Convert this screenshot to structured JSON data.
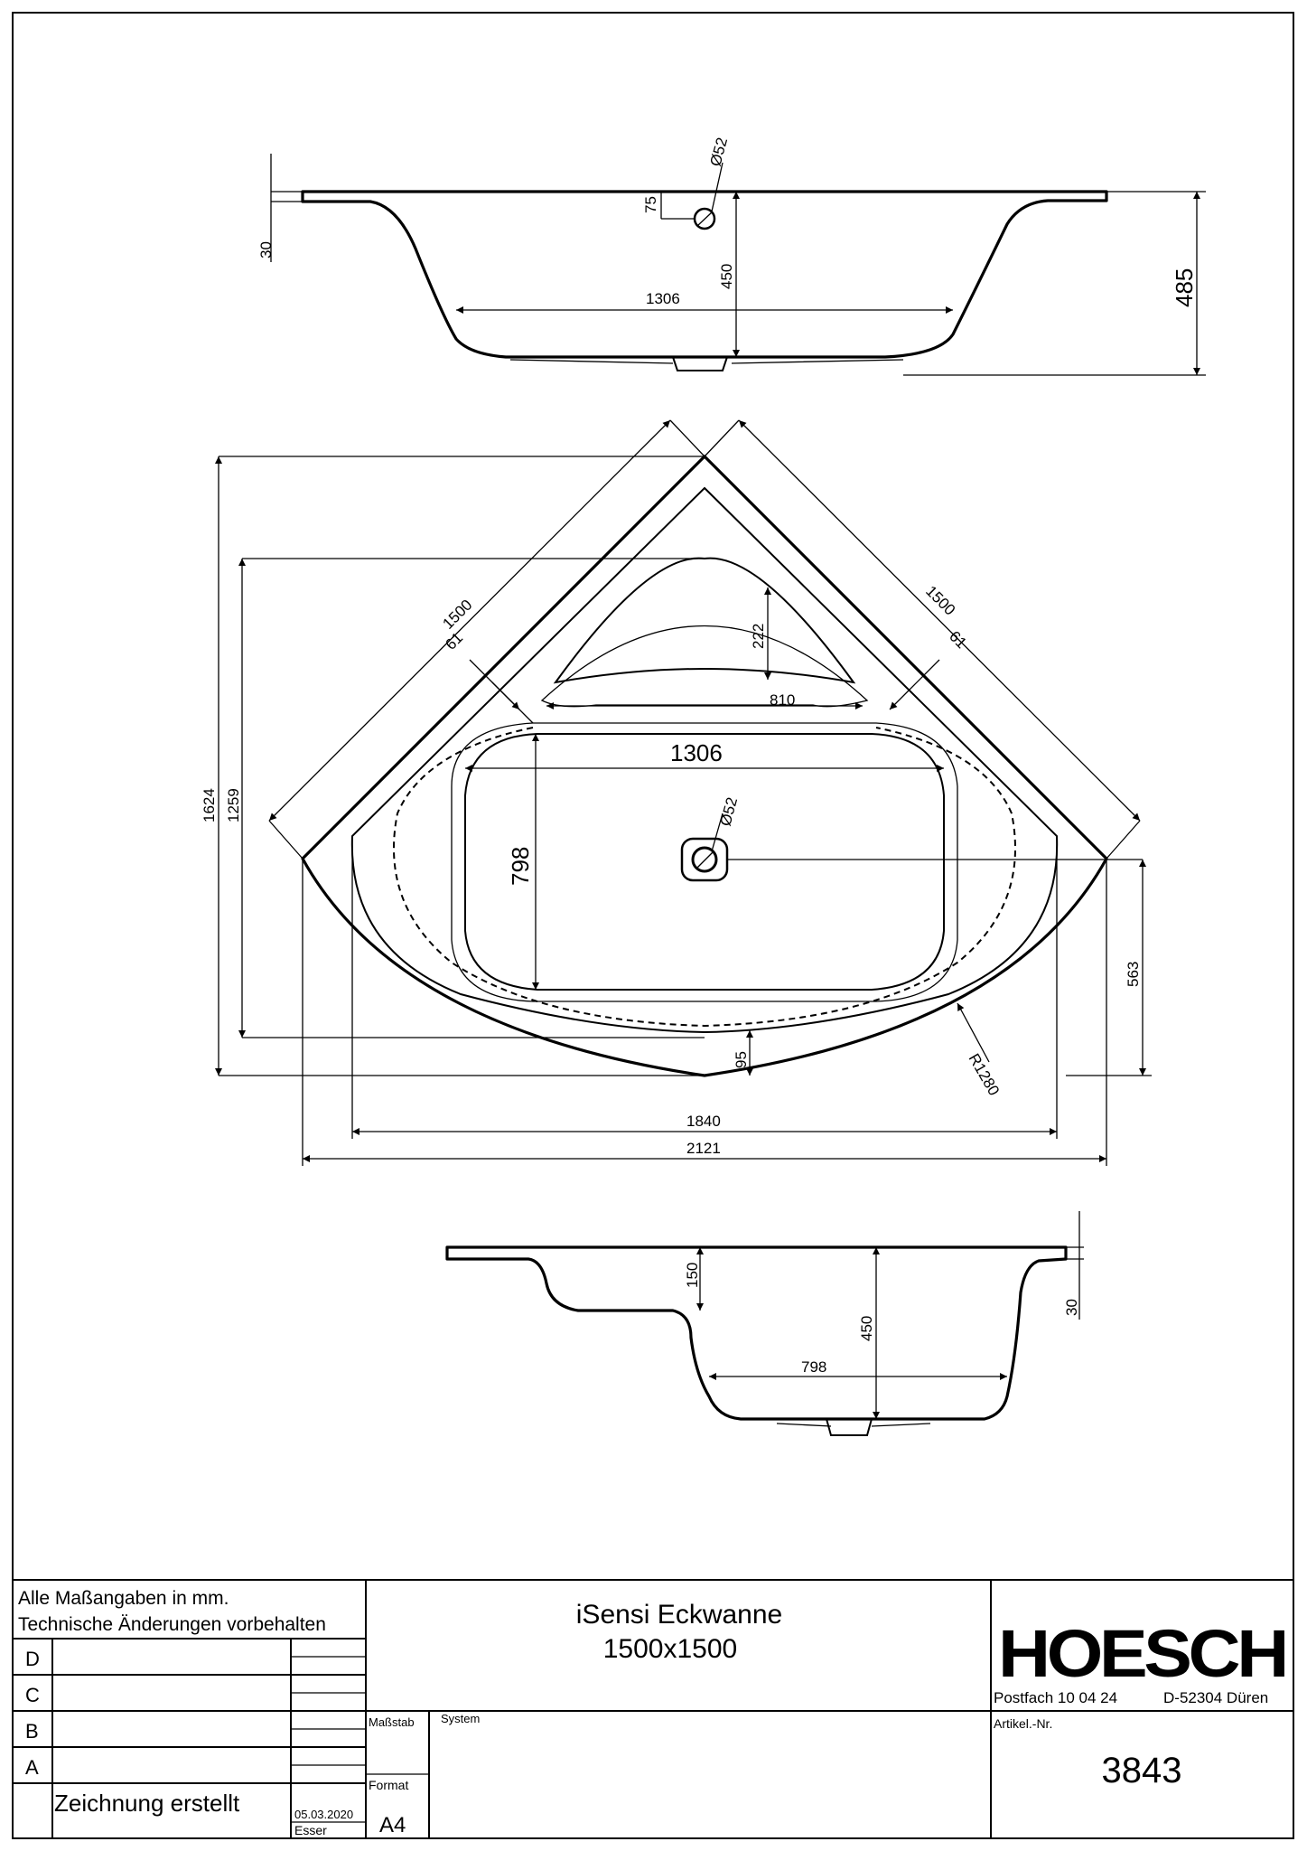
{
  "dimensions": {
    "top_view": {
      "drain_diameter": "Ø52",
      "overflow_height": "75",
      "rim_thickness": "30",
      "inner_length": "1306",
      "inner_depth": "450",
      "overall_height": "485"
    },
    "plan_view": {
      "side_a": "1500",
      "side_b": "1500",
      "offset_a": "61",
      "offset_b": "61",
      "seat_depth": "222",
      "seat_width": "810",
      "inner_length": "1306",
      "inner_width": "798",
      "drain_diameter": "Ø52",
      "overall_depth": "1624",
      "inner_depth": "1259",
      "drain_offset": "563",
      "front_gap": "95",
      "radius": "R1280",
      "inner_span": "1840",
      "overall_span": "2121"
    },
    "side_view": {
      "step_height": "150",
      "inner_depth": "450",
      "inner_width": "798",
      "rim_thickness": "30"
    }
  },
  "title_block": {
    "note_1": "Alle Maßangaben in mm.",
    "note_2": "Technische Änderungen vorbehalten",
    "revisions": [
      "D",
      "C",
      "B",
      "A"
    ],
    "created_label": "Zeichnung erstellt",
    "created_date": "05.03.2020",
    "created_by": "Esser",
    "scale_label": "Maßstab",
    "system_label": "System",
    "format_label": "Format",
    "format_value": "A4",
    "product_title": "iSensi Eckwanne",
    "product_size": "1500x1500",
    "brand": "HOESCH",
    "postbox": "Postfach  10 04 24",
    "city": "D-52304 Düren",
    "article_label": "Artikel.-Nr.",
    "article_number": "3843"
  }
}
